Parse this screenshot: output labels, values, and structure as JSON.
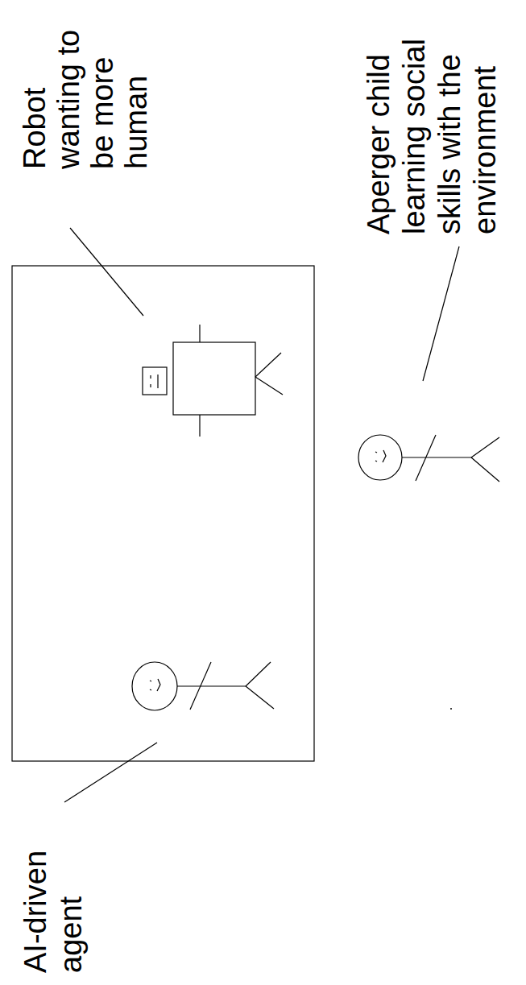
{
  "diagram": {
    "labels": [
      "Robot wanting to be more human",
      "Aperger child learning social skills with the environment",
      "AI-driven agent"
    ]
  }
}
